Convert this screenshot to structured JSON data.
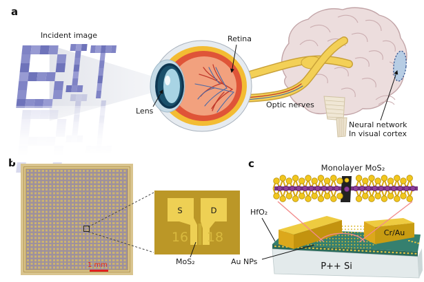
{
  "figure": {
    "panel_a": {
      "label": "a",
      "incident_image_label": "Incident image",
      "incident_word": "BIT",
      "lens_label": "Lens",
      "retina_label": "Retina",
      "optic_nerves_label": "Optic nerves",
      "cortex_label_line1": "Neural network",
      "cortex_label_line2": "In visual cortex"
    },
    "panel_b": {
      "label": "b",
      "scale_bar_label": "1 mm",
      "source_label": "S",
      "drain_label": "D",
      "device_number_left": "16",
      "device_number_right": "18",
      "channel_material_label": "MoS₂"
    },
    "panel_c": {
      "label": "c",
      "title": "Monolayer MoS₂",
      "dielectric_label": "HfO₂",
      "electrode_label": "Cr/Au",
      "nanoparticle_label": "Au NPs",
      "substrate_label": "P++ Si"
    }
  },
  "colors": {
    "bit_purple": "#8084c6",
    "cone_gray": "#d8dbe4",
    "scalebar_red": "#e02020",
    "array_border_tan": "#d9c48e",
    "array_interior_mauve": "#9d909e",
    "inset_gold_bg": "#bb9727",
    "electrode_gold": "#eed054",
    "device_number_gold": "#d8b93e",
    "teal_hfo2": "#35806f",
    "substrate_gray": "#e3eaeb",
    "gold_bar_top": "#eecb40",
    "mo_purple": "#8d3d9a",
    "sulfur_yellow": "#f2c71d",
    "pink_link": "#f28b8b",
    "nerve_yellow": "#f3d057",
    "brain_pink": "#ecdddd",
    "cortex_patch_blue": "#b7cde4"
  }
}
